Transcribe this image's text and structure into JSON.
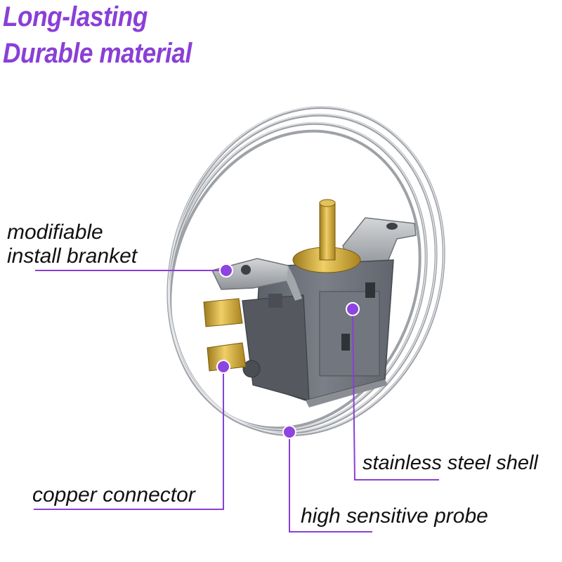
{
  "headline": {
    "line1": "Long-lasting",
    "line2": "Durable material"
  },
  "callouts": {
    "bracket": {
      "line1": "modifiable",
      "line2": "install branket"
    },
    "shell": "stainless steel shell",
    "connector": "copper connector",
    "probe": "high sensitive probe"
  },
  "colors": {
    "accent": "#8a3fd6",
    "callout_dot": "#8e44e0",
    "text": "#111111",
    "housing": "#6b6f77",
    "brass": "#c9a23a",
    "wire": "#b9bcc0"
  }
}
